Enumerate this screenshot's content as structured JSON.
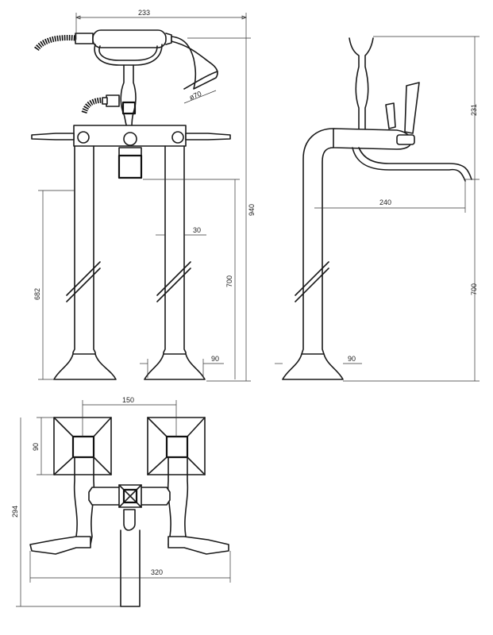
{
  "dimensions": {
    "front_width_top": "233",
    "handshower_diameter": "ø70",
    "total_height": "940",
    "leg_height_front": "700",
    "leg_height_left": "682",
    "pipe_diameter": "30",
    "base_width_front": "90",
    "side_top_height": "231",
    "spout_reach": "240",
    "side_leg_height": "700",
    "base_width_side": "90",
    "plan_center_distance": "150",
    "plan_base_square": "90",
    "plan_depth": "294",
    "plan_width": "320"
  }
}
